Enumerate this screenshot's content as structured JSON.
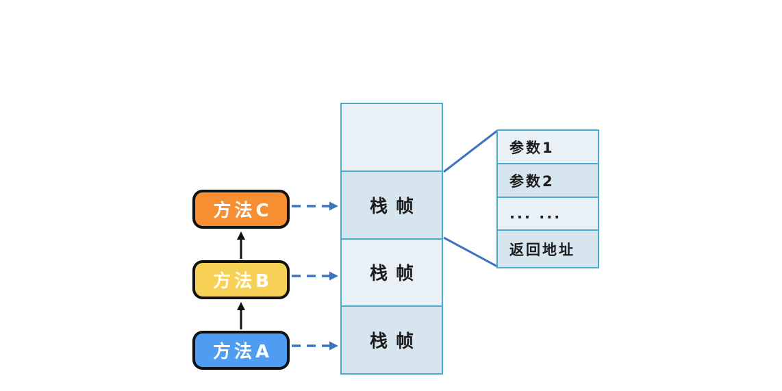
{
  "method_boxes": [
    {
      "label": "方法C",
      "color": "#F78E31"
    },
    {
      "label": "方法B",
      "color": "#F6D155"
    },
    {
      "label": "方法A",
      "color": "#4E9DF3"
    }
  ],
  "stack_column": {
    "cells": [
      "",
      "栈帧",
      "栈帧",
      "栈帧"
    ]
  },
  "frame_detail": {
    "rows": [
      "参数1",
      "参数2",
      "... ...",
      "返回地址"
    ]
  },
  "colors": {
    "fill_light": "#EAF1F6",
    "fill_dark": "#D6E5EE",
    "stack_border": "#49ABCB",
    "connector": "#3B73C0",
    "black_arrow": "#111111",
    "box_border": "#111111",
    "text": "#1B1B1B",
    "background": "#FFFFFF"
  }
}
